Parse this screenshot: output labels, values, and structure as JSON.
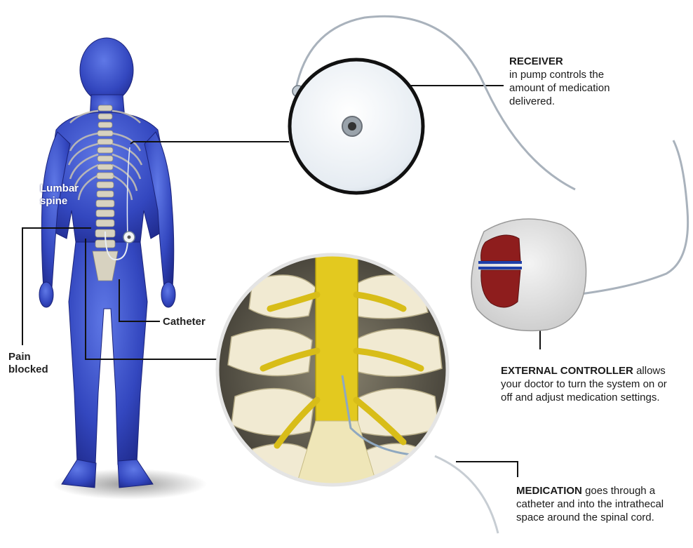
{
  "labels": {
    "lumbar_spine": "Lumbar spine",
    "catheter": "Catheter",
    "pain_blocked": "Pain blocked"
  },
  "callouts": {
    "receiver": {
      "title": "RECEIVER",
      "text": "in pump controls the amount of medication delivered."
    },
    "controller": {
      "title": "EXTERNAL CONTROLLER",
      "text": "allows your doctor to turn the system on or off and adjust medication settings."
    },
    "medication": {
      "title": "MEDICATION",
      "text": "goes through a catheter and into the intrathecal space around the spinal cord."
    }
  },
  "colors": {
    "body": "#3f55c9",
    "body_dark": "#1e2b8a",
    "spine": "#d7d2c0",
    "nerve": "#e3c91f",
    "controller_red": "#8e1d1d",
    "controller_blue": "#1d3ea8",
    "leader": "#111111"
  }
}
